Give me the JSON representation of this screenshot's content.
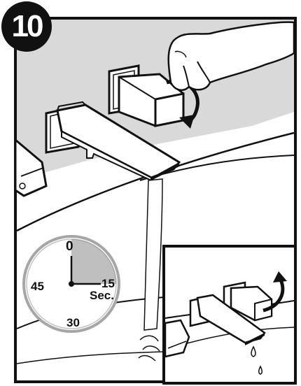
{
  "step": {
    "number": "10"
  },
  "timer": {
    "labels": {
      "top": "0",
      "right": "15",
      "unit": "Sec.",
      "bottom": "30",
      "left": "45"
    },
    "elapsed_seconds": 15,
    "total_seconds": 60
  },
  "colors": {
    "wall": "#d9d9d9",
    "outline": "#111111",
    "timer_ring": "#a6a6a6",
    "timer_fill": "#bfbfbf",
    "water": "#ffffff"
  },
  "icons": {
    "badge": "step-number-badge",
    "hand": "hand-icon",
    "rotate_close": "rotate-clockwise-arrow-icon",
    "rotate_open": "rotate-arrow-icon",
    "drops": "water-drop-icon"
  }
}
